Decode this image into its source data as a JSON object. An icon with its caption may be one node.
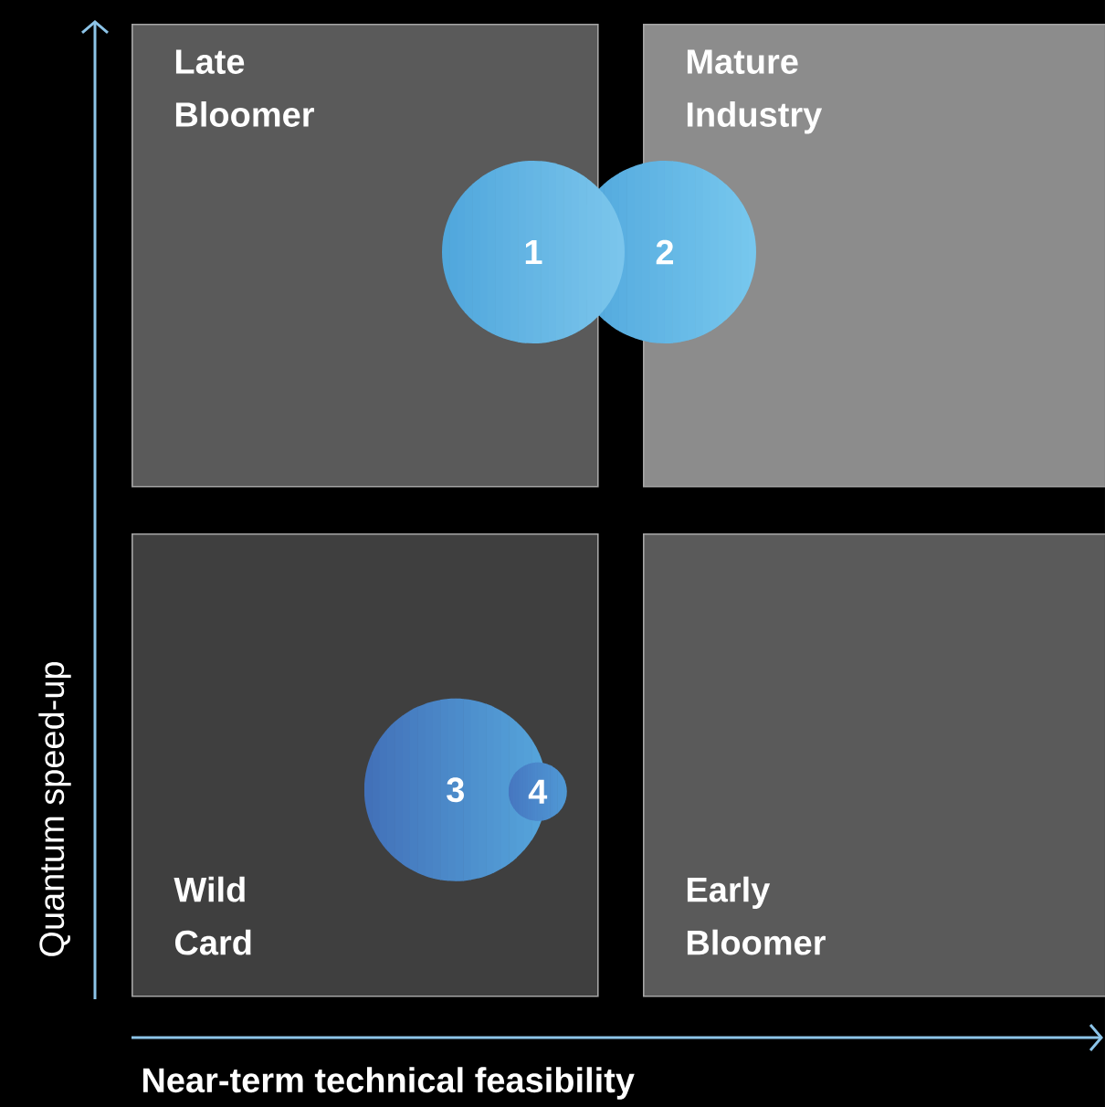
{
  "diagram": {
    "nodes": [
      {
        "text": [
          "Late Bloomer"
        ]
      },
      {
        "text": [
          "Mature Industry"
        ]
      },
      {
        "text": [
          "Wild Card"
        ]
      },
      {
        "text": [
          "Early Bloomer"
        ]
      },
      {
        "text": [
          "1"
        ]
      },
      {
        "text": [
          "2"
        ]
      },
      {
        "text": [
          "3"
        ],
        "in": 2
      },
      {
        "text": [
          "4"
        ],
        "in": 2
      }
    ],
    "labels": [
      "Quantum speed-up",
      "Near-term technical feasibility"
    ]
  }
}
